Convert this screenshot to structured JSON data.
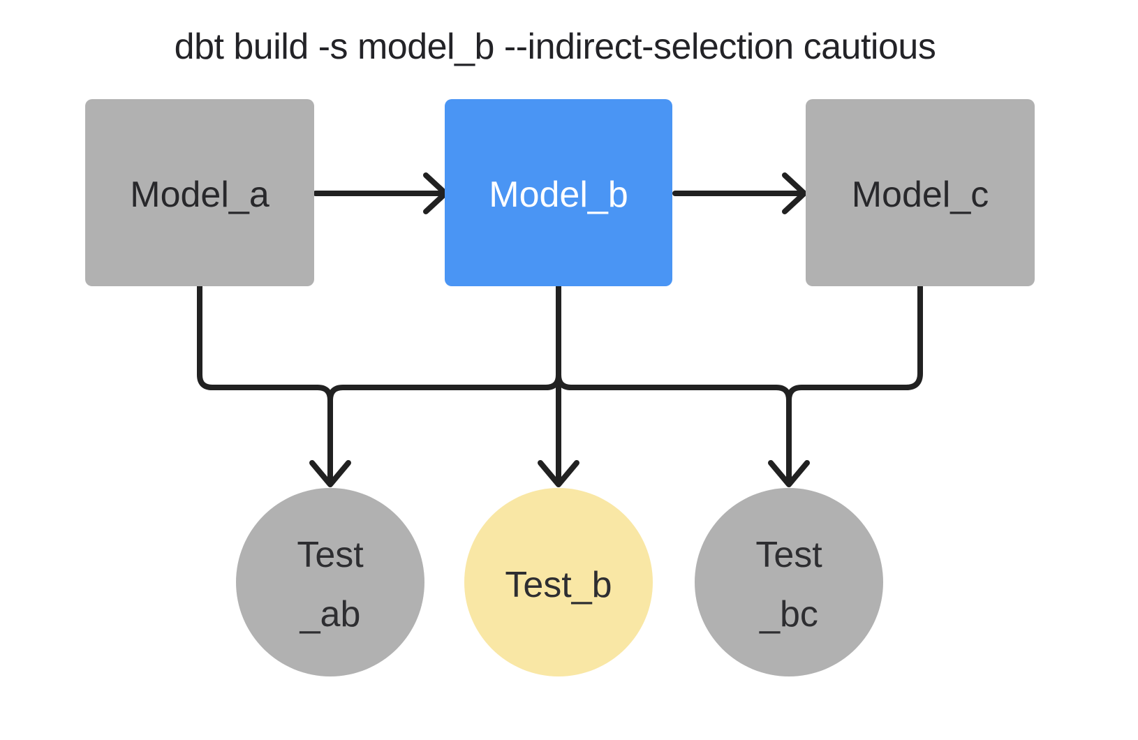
{
  "title": "dbt build -s model_b --indirect-selection cautious",
  "colors": {
    "background": "#FFFFFF",
    "edge": "#212121",
    "title_text": "#232327",
    "node_gray": "#B1B1B1",
    "node_blue": "#4A95F4",
    "node_yellow": "#F9E7A5",
    "label_dark": "#28282B",
    "label_light": "#FFFFFF",
    "test_label_dark": "#2E2E31"
  },
  "nodes": {
    "model_a": {
      "label": "Model_a",
      "shape": "rect",
      "fill": "#B1B1B1",
      "text_color": "#28282B",
      "selected": false
    },
    "model_b": {
      "label": "Model_b",
      "shape": "rect",
      "fill": "#4A95F4",
      "text_color": "#FFFFFF",
      "selected": true
    },
    "model_c": {
      "label": "Model_c",
      "shape": "rect",
      "fill": "#B1B1B1",
      "text_color": "#28282B",
      "selected": false
    },
    "test_ab": {
      "label": "Test _ab",
      "label_line1": "Test",
      "label_line2": "_ab",
      "shape": "circle",
      "fill": "#B1B1B1",
      "text_color": "#2E2E31",
      "selected": false
    },
    "test_b": {
      "label": "Test_b",
      "shape": "circle",
      "fill": "#F9E7A5",
      "text_color": "#2E2E31",
      "selected": true
    },
    "test_bc": {
      "label": "Test _bc",
      "label_line1": "Test",
      "label_line2": "_bc",
      "shape": "circle",
      "fill": "#B1B1B1",
      "text_color": "#2E2E31",
      "selected": false
    }
  },
  "edges": [
    {
      "from": "model_a",
      "to": "model_b"
    },
    {
      "from": "model_b",
      "to": "model_c"
    },
    {
      "from": "model_a",
      "to": "test_ab"
    },
    {
      "from": "model_b",
      "to": "test_ab"
    },
    {
      "from": "model_b",
      "to": "test_b"
    },
    {
      "from": "model_b",
      "to": "test_bc"
    },
    {
      "from": "model_c",
      "to": "test_bc"
    }
  ]
}
